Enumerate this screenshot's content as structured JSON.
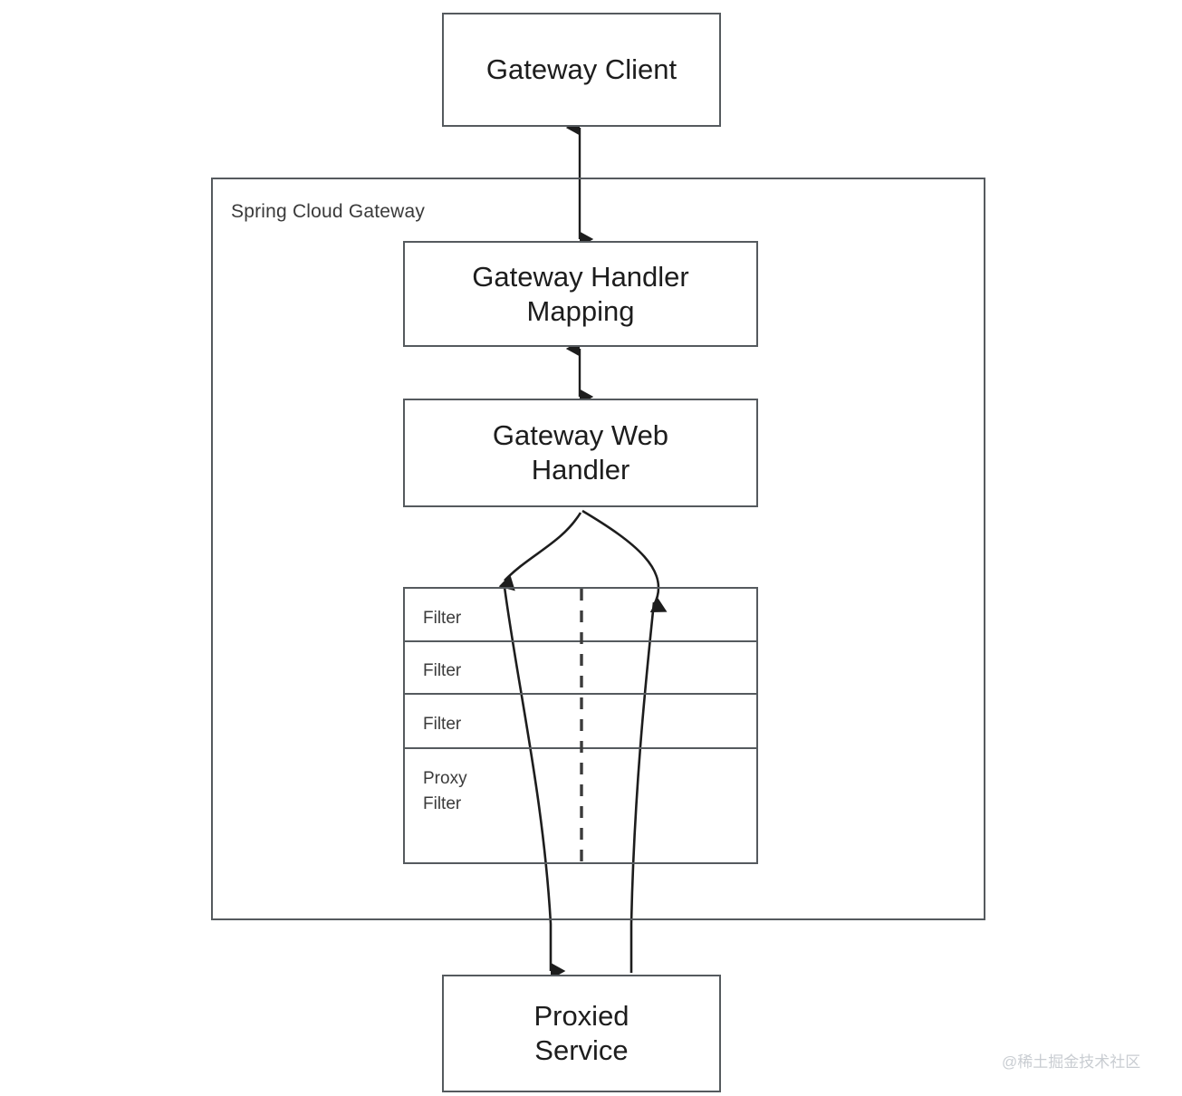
{
  "diagram": {
    "title": "Spring Cloud Gateway request flow",
    "stroke_color": "#555a5e",
    "text_color": "#1d1d1d",
    "background": "#ffffff"
  },
  "nodes": {
    "gateway_client": "Gateway Client",
    "handler_mapping": "Gateway Handler\nMapping",
    "web_handler": "Gateway Web\nHandler",
    "proxied_service": "Proxied\nService"
  },
  "container": {
    "label": "Spring Cloud Gateway"
  },
  "filter_chain": {
    "rows": [
      {
        "label": "Filter"
      },
      {
        "label": "Filter"
      },
      {
        "label": "Filter"
      },
      {
        "label": "Proxy\nFilter"
      }
    ]
  },
  "watermark": {
    "text": "@稀土掘金技术社区",
    "color": "#c9cdd2"
  }
}
